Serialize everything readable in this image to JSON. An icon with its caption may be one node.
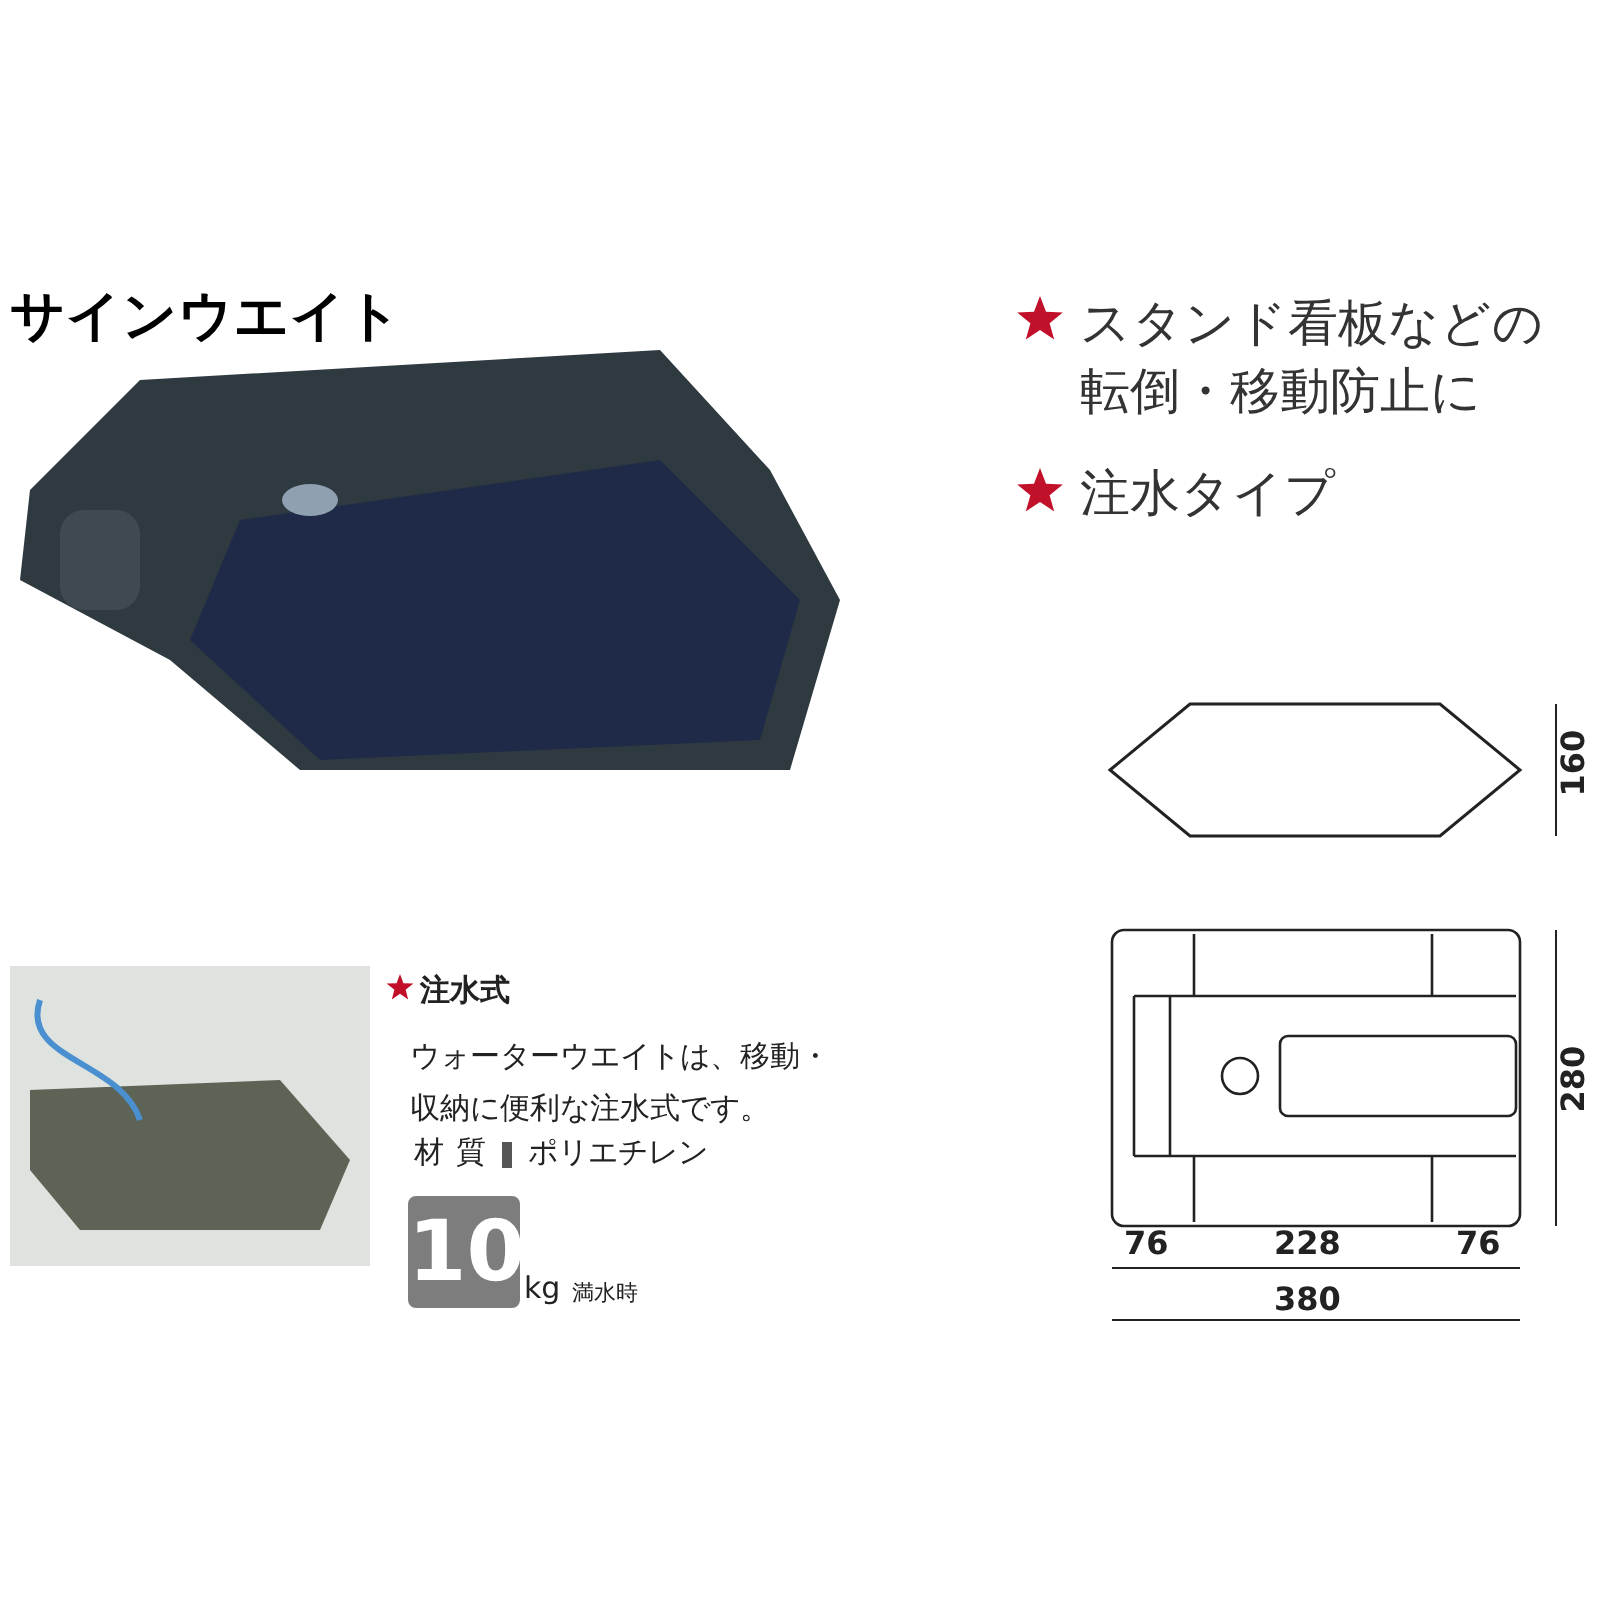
{
  "diagram": {
    "title": "サインウエイト",
    "labels": [
      "スタンド看板などの転倒・移動防止に",
      "注水タイプ",
      "注水式",
      "ウォーターウエイトは、移動・収納に便利な注水式です。",
      "材質",
      "ポリエチレン",
      "10",
      "kg",
      "満水時",
      "160",
      "280",
      "76",
      "228",
      "76",
      "380"
    ]
  }
}
